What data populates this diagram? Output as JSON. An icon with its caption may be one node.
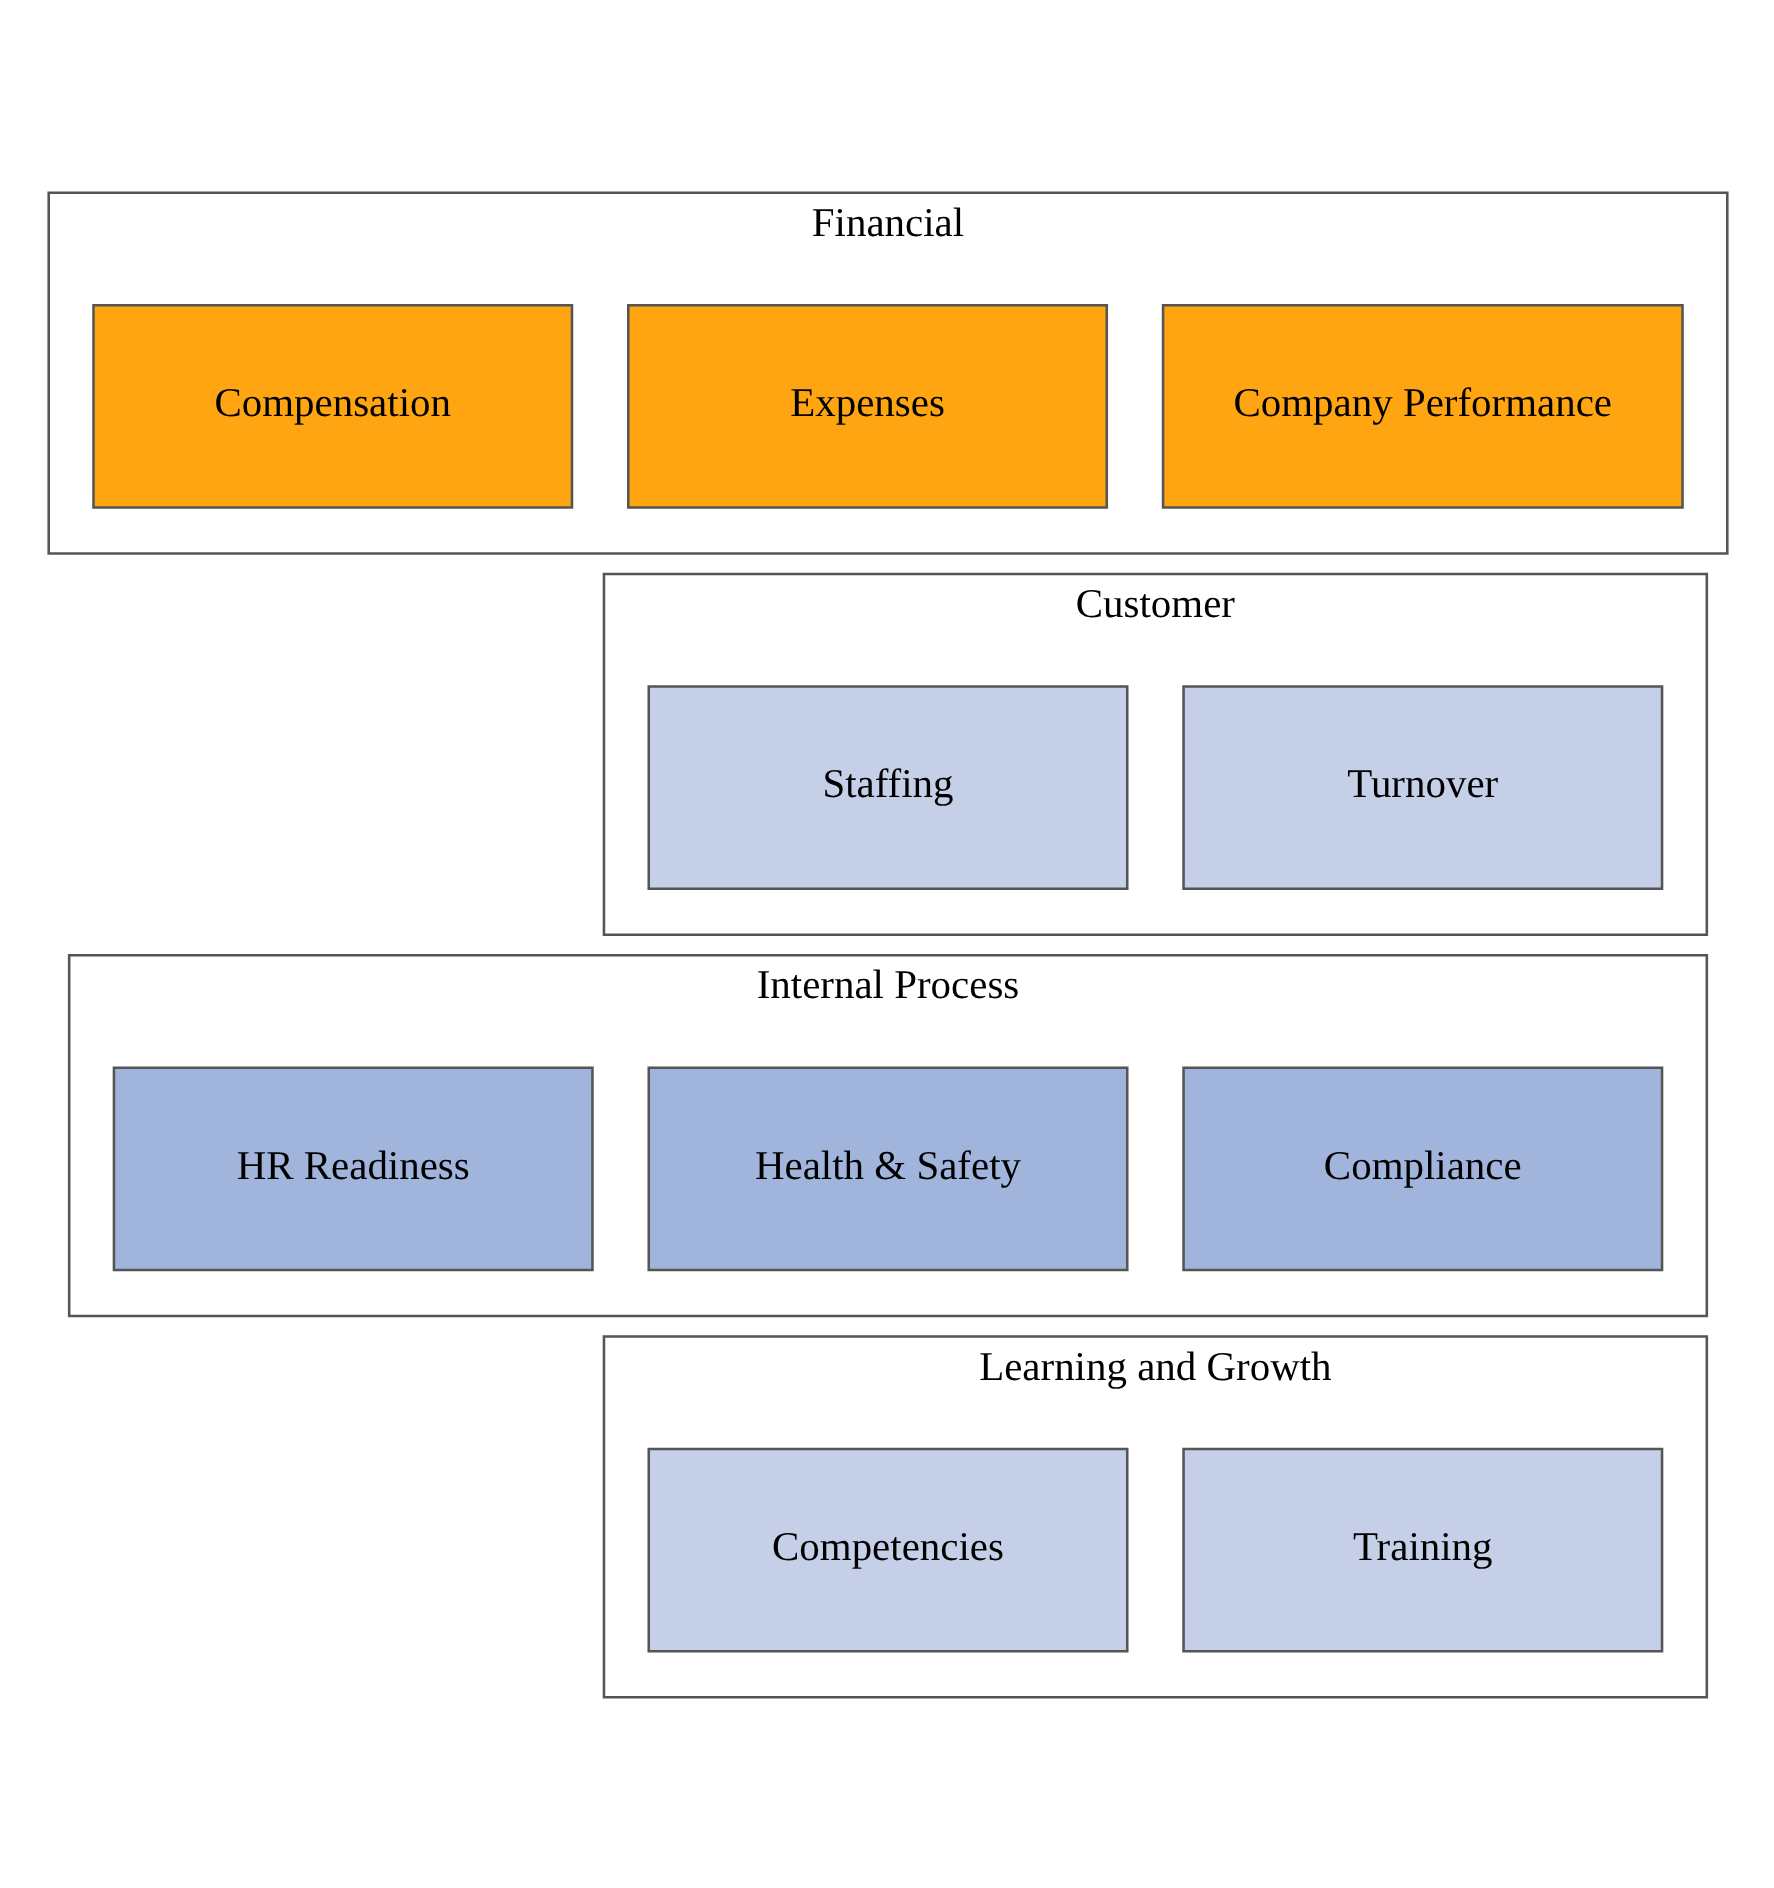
{
  "diagram": {
    "nodes": [
      {
        "text": [
          "Financial"
        ]
      },
      {
        "text": [
          "Company Performance"
        ],
        "in": 0
      },
      {
        "text": [
          "Expenses"
        ],
        "in": 0
      },
      {
        "text": [
          "Compensation"
        ],
        "in": 0
      },
      {
        "text": [
          "Customer"
        ]
      },
      {
        "text": [
          "Turnover"
        ],
        "in": 4
      },
      {
        "text": [
          "Staffing"
        ],
        "in": 4
      },
      {
        "text": [
          "Internal Process"
        ]
      },
      {
        "text": [
          "Compliance"
        ],
        "in": 7
      },
      {
        "text": [
          "Health & Safety"
        ],
        "in": 7
      },
      {
        "text": [
          "HR Readiness"
        ],
        "in": 7
      },
      {
        "text": [
          "Learning and Growth"
        ]
      },
      {
        "text": [
          "Training"
        ],
        "in": 11
      },
      {
        "text": [
          "Competencies"
        ],
        "in": 11
      }
    ],
    "edges": []
  }
}
